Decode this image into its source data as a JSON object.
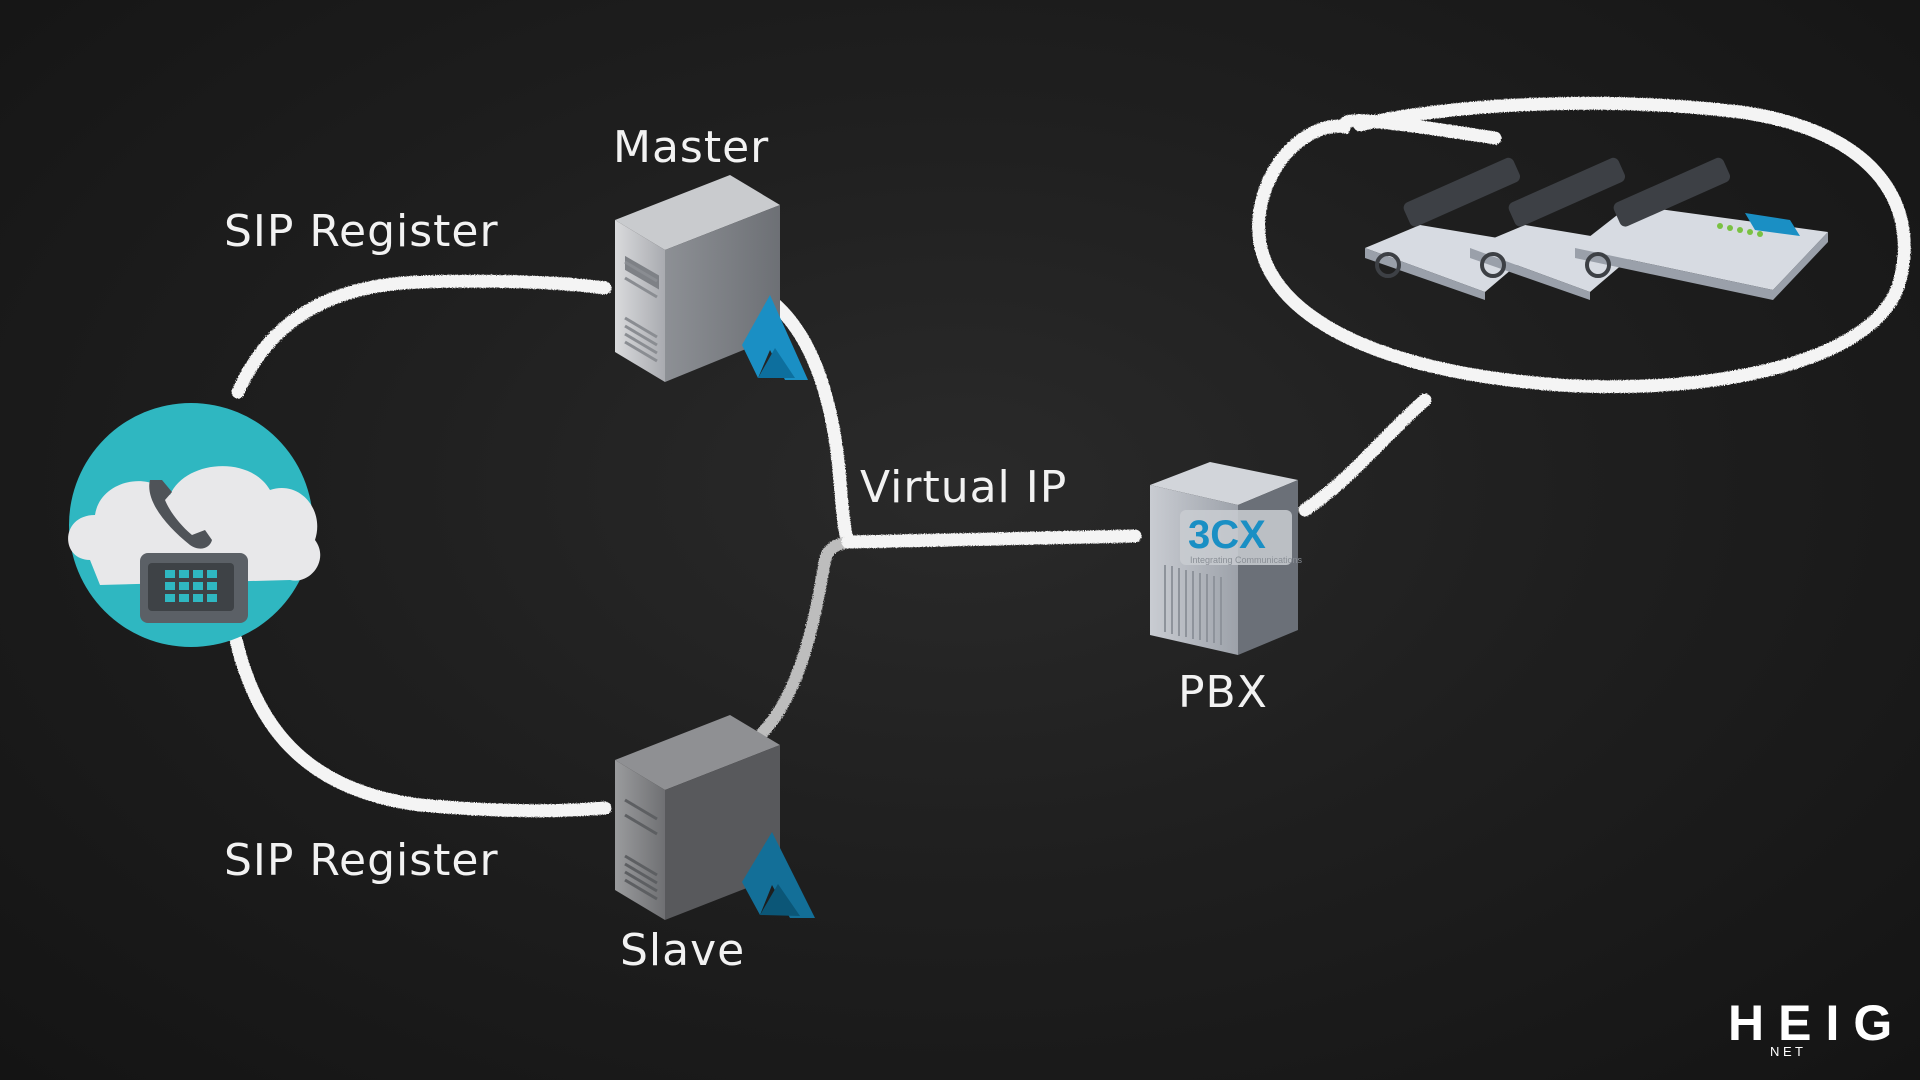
{
  "labels": {
    "master": "Master",
    "slave": "Slave",
    "sip_register_top": "SIP Register",
    "sip_register_bottom": "SIP Register",
    "virtual_ip": "Virtual IP",
    "pbx": "PBX"
  },
  "pbx_badge": {
    "brand": "3CX",
    "tagline": "Integrating Communications"
  },
  "logo": {
    "main": "HEIG",
    "sub": "N E T"
  },
  "colors": {
    "background": "#1f1f1f",
    "chalk": "#f2f2f2",
    "teal": "#2fb7c1",
    "accent_blue": "#1a8fc4"
  }
}
